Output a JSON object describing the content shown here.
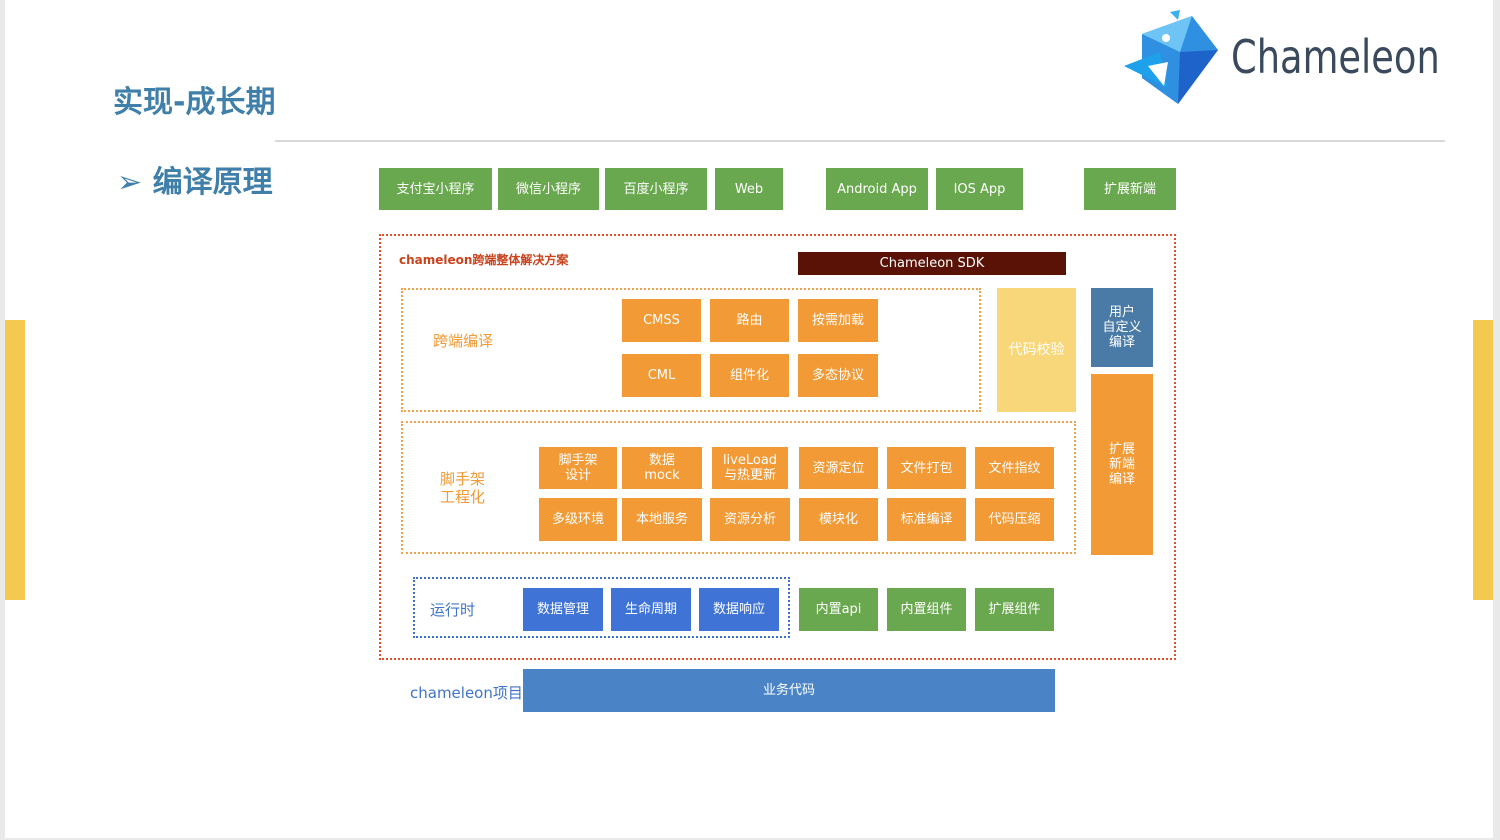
{
  "header": {
    "title": "实现-成长期",
    "subtitle_arrow": "➢",
    "subtitle": "编译原理",
    "logo_text": "Chameleon"
  },
  "targets": [
    {
      "label": "支付宝小程序"
    },
    {
      "label": "微信小程序"
    },
    {
      "label": "百度小程序"
    },
    {
      "label": "Web"
    },
    {
      "label": "Android App"
    },
    {
      "label": "IOS App"
    },
    {
      "label": "扩展新端"
    }
  ],
  "solution": {
    "label": "chameleon跨端整体解决方案",
    "sdk": "Chameleon SDK",
    "compile": {
      "label": "跨端编译",
      "row1": [
        "CMSS",
        "路由",
        "按需加载"
      ],
      "row2": [
        "CML",
        "组件化",
        "多态协议"
      ]
    },
    "code_check": "代码校验",
    "custom_compile": "用户\n自定义\n编译",
    "ext_compile": "扩展\n新端\n编译",
    "scaffold": {
      "label": "脚手架\n工程化",
      "row1": [
        "脚手架\n设计",
        "数据\nmock",
        "liveLoad\n与热更新",
        "资源定位",
        "文件打包",
        "文件指纹"
      ],
      "row2": [
        "多级环境",
        "本地服务",
        "资源分析",
        "模块化",
        "标准编译",
        "代码压缩"
      ]
    },
    "runtime": {
      "label": "运行时",
      "items": [
        "数据管理",
        "生命周期",
        "数据响应"
      ]
    },
    "builtin": [
      "内置api",
      "内置组件",
      "扩展组件"
    ]
  },
  "project": {
    "label": "chameleon项目",
    "business": "业务代码"
  },
  "colors": {
    "title": "#3f7fa9",
    "green": "#6aa84f",
    "orange": "#f29a36",
    "blue": "#3f74d6",
    "dark_red": "#5a1206",
    "pale_yellow": "#f8d77a",
    "steel_blue": "#4a7aa6",
    "business_blue": "#4b84c6",
    "accent_yellow": "#f3c94f"
  }
}
